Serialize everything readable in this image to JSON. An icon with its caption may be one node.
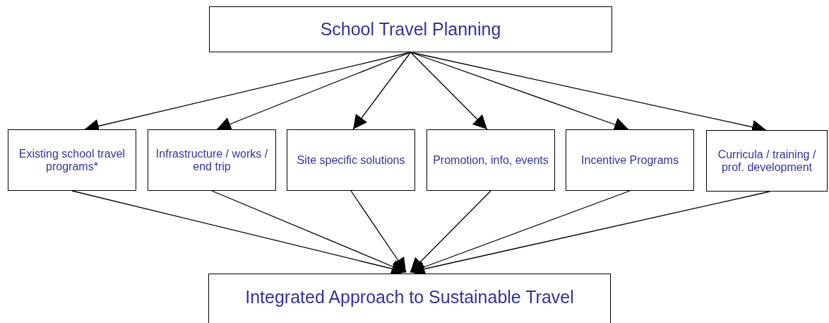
{
  "diagram": {
    "nodes": [
      {
        "text": [
          "School Travel Planning"
        ]
      },
      {
        "text": [
          "Existing school travel programs*"
        ]
      },
      {
        "text": [
          "Infrastructure / works / end trip"
        ]
      },
      {
        "text": [
          "Site specific solutions"
        ]
      },
      {
        "text": [
          "Promotion, info, events"
        ]
      },
      {
        "text": [
          "Incentive Programs"
        ]
      },
      {
        "text": [
          "Curricula / training / prof. development"
        ]
      },
      {
        "text": [
          "Integrated Approach to Sustainable Travel"
        ]
      }
    ],
    "edges": [
      {
        "from": 0,
        "to": 1,
        "arrow": "to"
      },
      {
        "from": 0,
        "to": 2,
        "arrow": "to"
      },
      {
        "from": 0,
        "to": 3,
        "arrow": "to"
      },
      {
        "from": 0,
        "to": 4,
        "arrow": "to"
      },
      {
        "from": 0,
        "to": 5,
        "arrow": "to"
      },
      {
        "from": 0,
        "to": 6,
        "arrow": "to"
      },
      {
        "from": 1,
        "to": 7,
        "arrow": "to"
      },
      {
        "from": 2,
        "to": 7,
        "arrow": "to"
      },
      {
        "from": 3,
        "to": 7,
        "arrow": "to"
      },
      {
        "from": 4,
        "to": 7,
        "arrow": "to"
      },
      {
        "from": 5,
        "to": 7,
        "arrow": "to"
      },
      {
        "from": 6,
        "to": 7,
        "arrow": "to"
      }
    ]
  }
}
